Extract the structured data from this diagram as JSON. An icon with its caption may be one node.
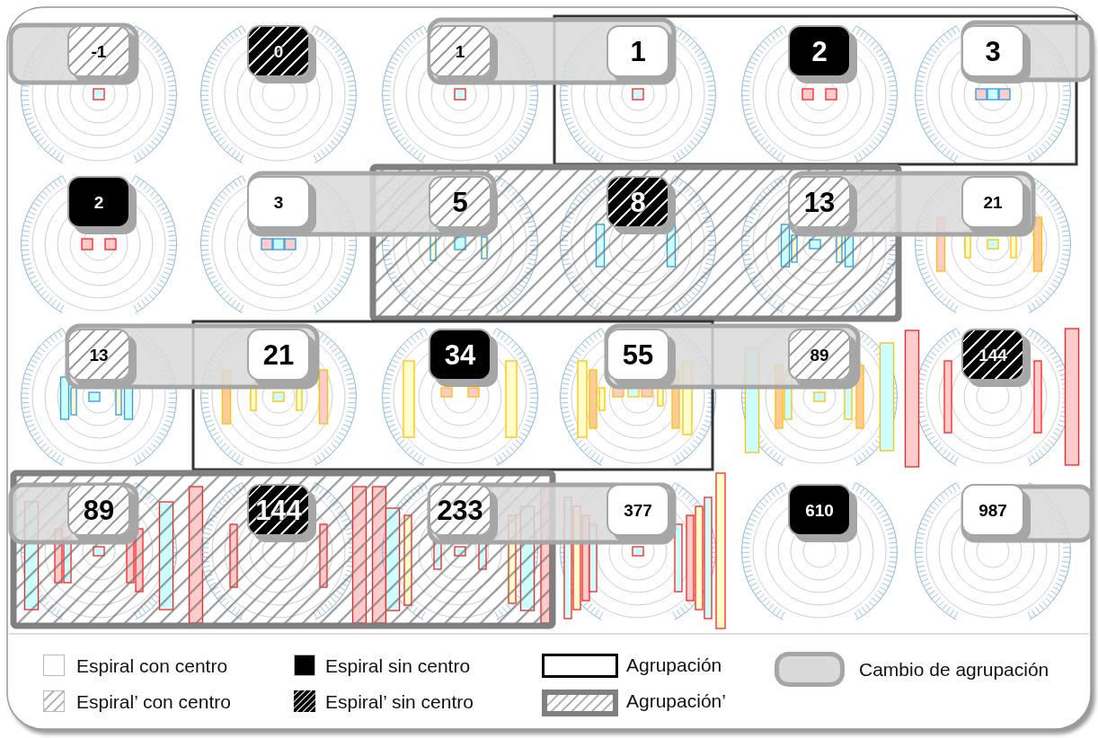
{
  "diagram": {
    "nodes": [
      {
        "text": [
          "-1"
        ]
      },
      {
        "text": [
          "0"
        ]
      },
      {
        "text": [
          "1"
        ]
      },
      {
        "text": [
          "1"
        ]
      },
      {
        "text": [
          "2"
        ]
      },
      {
        "text": [
          "3"
        ]
      },
      {
        "text": [
          "2"
        ]
      },
      {
        "text": [
          "3"
        ]
      },
      {
        "text": [
          "5"
        ]
      },
      {
        "text": [
          "8"
        ]
      },
      {
        "text": [
          "13"
        ]
      },
      {
        "text": [
          "21"
        ]
      },
      {
        "text": [
          "13"
        ]
      },
      {
        "text": [
          "21"
        ]
      },
      {
        "text": [
          "34"
        ]
      },
      {
        "text": [
          "55"
        ]
      },
      {
        "text": [
          "89"
        ]
      },
      {
        "text": [
          "144"
        ]
      },
      {
        "text": [
          "89"
        ]
      },
      {
        "text": [
          "144"
        ]
      },
      {
        "text": [
          "233"
        ]
      },
      {
        "text": [
          "377"
        ]
      },
      {
        "text": [
          "610"
        ]
      },
      {
        "text": [
          "987"
        ]
      }
    ],
    "legend": [
      {
        "text": "Espiral con centro",
        "color": "#ffffff"
      },
      {
        "text": "Espiral sin centro",
        "color": "#000000"
      },
      {
        "text": "Agrupación"
      },
      {
        "text": "Cambio de agrupación"
      },
      {
        "text": "Espiral’ con centro"
      },
      {
        "text": "Espiral’ sin centro"
      },
      {
        "text": "Agrupación’"
      }
    ]
  }
}
